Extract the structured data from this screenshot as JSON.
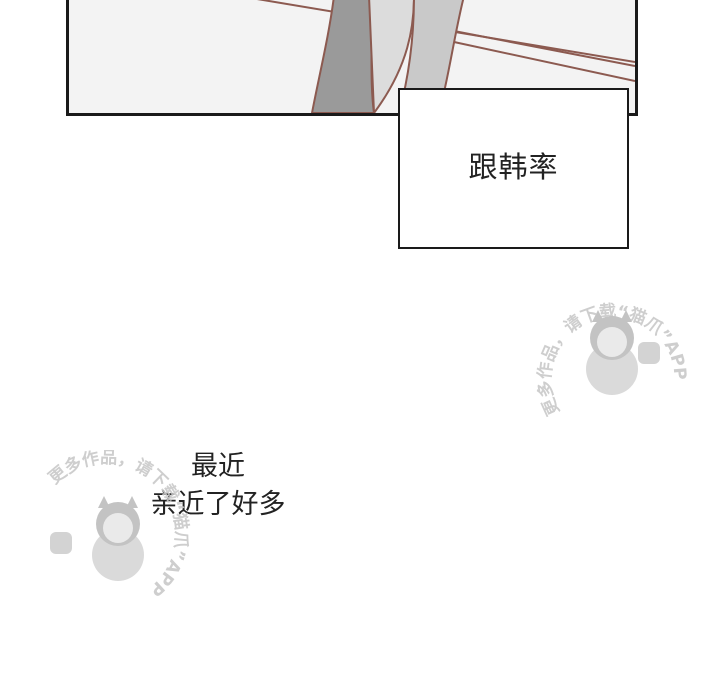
{
  "caption": {
    "text": "跟韩率"
  },
  "dialogue": {
    "line1": "最近",
    "line2": "亲近了好多"
  },
  "watermark": {
    "text": "更多作品，请下载“猫爪”APP"
  },
  "colors": {
    "ink": "#1a1a1a",
    "panel_stroke": "#8c5a50",
    "watermark": "#c9c9c9"
  }
}
